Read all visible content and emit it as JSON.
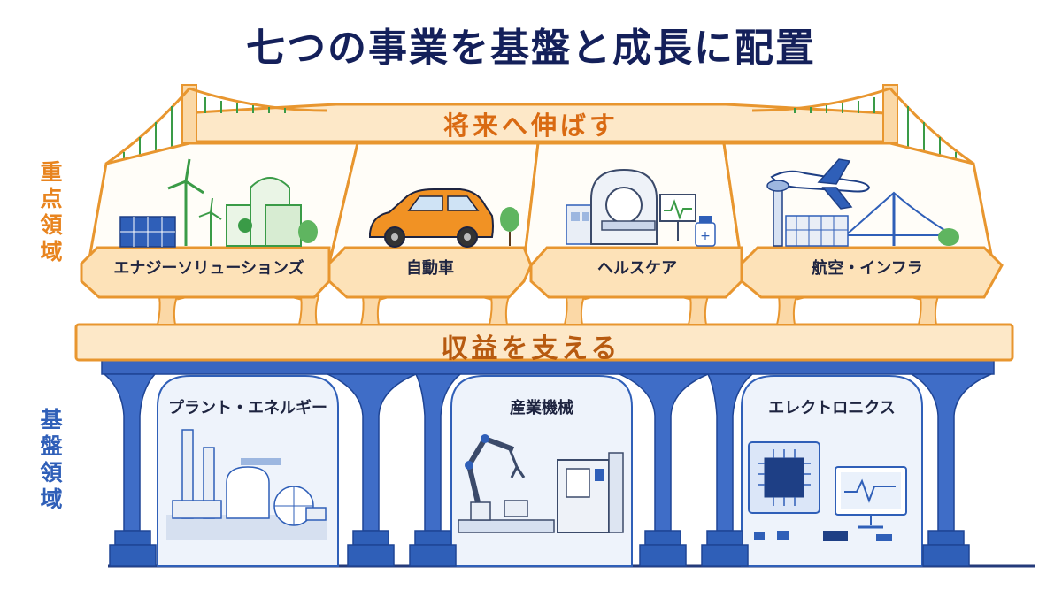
{
  "title": "七つの事業を基盤と成長に配置",
  "side_labels": {
    "priority": [
      "重",
      "点",
      "領",
      "域"
    ],
    "foundation": [
      "基",
      "盤",
      "領",
      "域"
    ]
  },
  "bands": {
    "future": "将来へ伸ばす",
    "support": "収益を支える"
  },
  "priority_businesses": [
    {
      "label": "エナジーソリューションズ",
      "icon": "wind-solar-plant-icon"
    },
    {
      "label": "自動車",
      "icon": "car-icon"
    },
    {
      "label": "ヘルスケア",
      "icon": "mri-scanner-icon"
    },
    {
      "label": "航空・インフラ",
      "icon": "airplane-bridge-icon"
    }
  ],
  "foundation_businesses": [
    {
      "label": "プラント・エネルギー",
      "icon": "industrial-plant-icon"
    },
    {
      "label": "産業機械",
      "icon": "robot-arm-icon"
    },
    {
      "label": "エレクトロニクス",
      "icon": "microchip-monitor-icon"
    }
  ],
  "colors": {
    "title": "#14205a",
    "priority_orange": "#f2a444",
    "priority_fill": "#fde9cc",
    "foundation_blue": "#2f5fb8",
    "foundation_fill": "#eaf1fb"
  }
}
